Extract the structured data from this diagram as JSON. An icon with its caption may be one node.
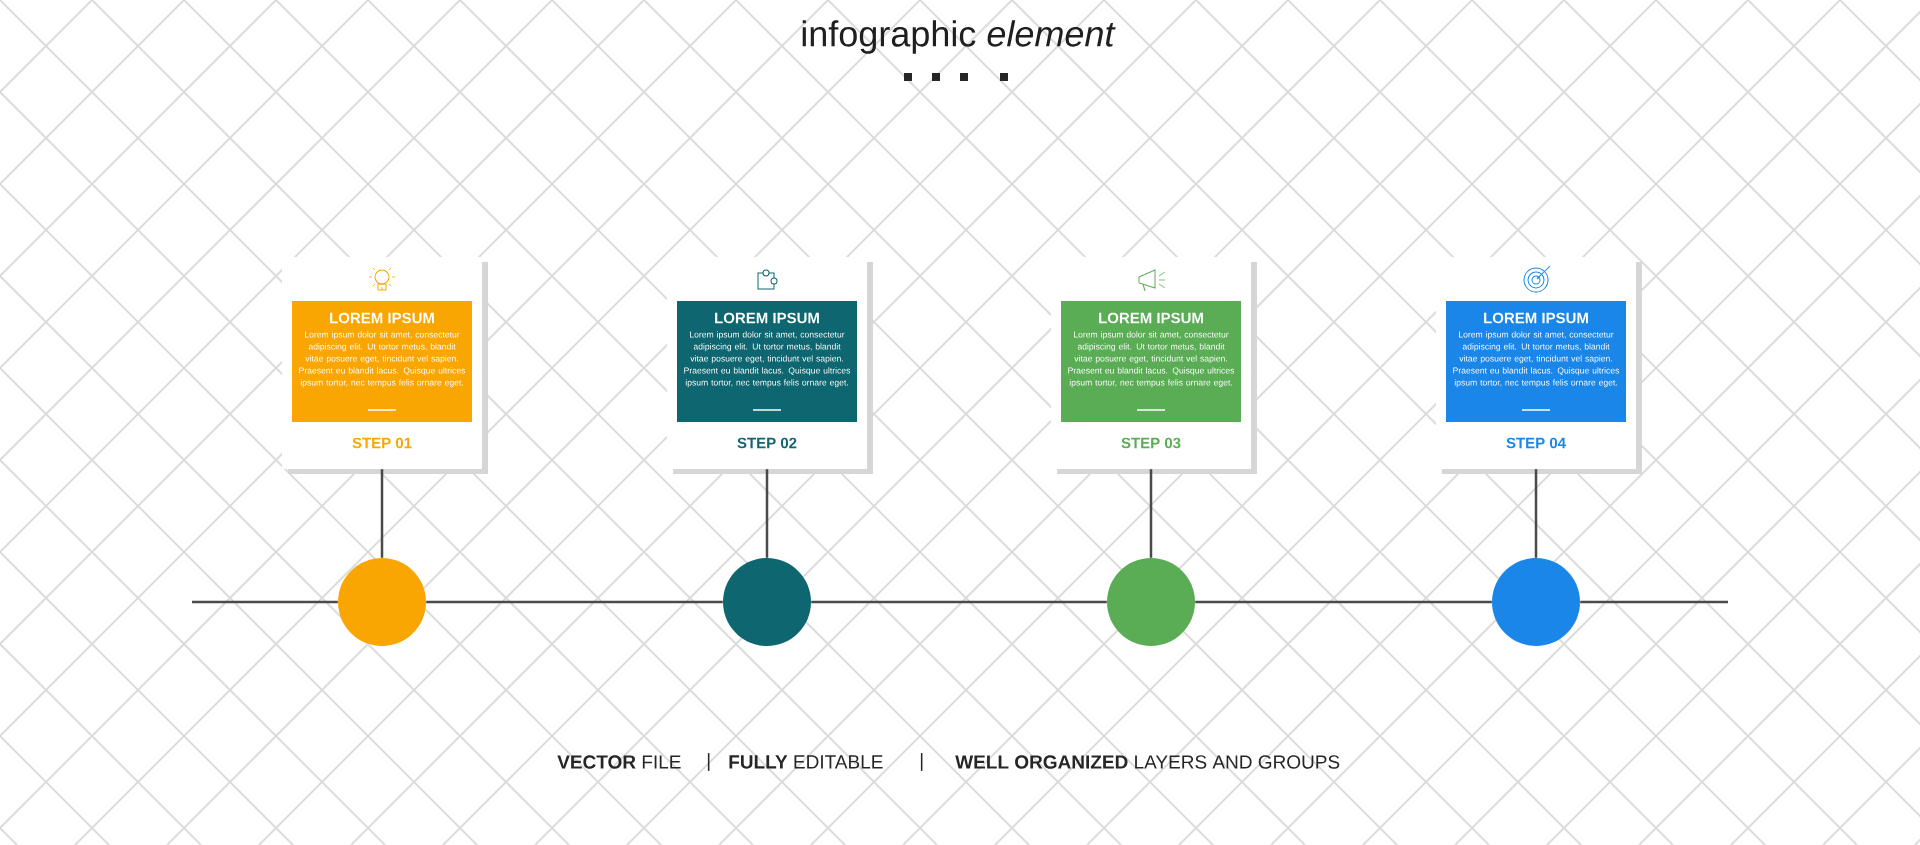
{
  "diagram": {
    "title": "infographic *element*",
    "nodes": [
      {
        "text": [
          "LOREM IPSUM",
          "Lorem ipsum dolor sit amet, consectetur adipiscing elit. Ut tortor metus, blandit vitae posuere eget, tincidunt vel sapien. Praesent eu blandit lacus. Quisque ultrices ipsum tortor, nec tempus felis ornare eget.",
          "STEP 01"
        ]
      },
      {
        "text": [
          "LOREM IPSUM",
          "Lorem ipsum dolor sit amet, consectetur adipiscing elit. Ut tortor metus, blandit vitae posuere eget, tincidunt vel sapien. Praesent eu blandit lacus. Quisque ultrices ipsum tortor, nec tempus felis ornare eget.",
          "STEP 02"
        ]
      },
      {
        "text": [
          "LOREM IPSUM",
          "Lorem ipsum dolor sit amet, consectetur adipiscing elit. Ut tortor metus, blandit vitae posuere eget, tincidunt vel sapien. Praesent eu blandit lacus. Quisque ultrices ipsum tortor, nec tempus felis ornare eget.",
          "STEP 03"
        ]
      },
      {
        "text": [
          "LOREM IPSUM",
          "Lorem ipsum dolor sit amet, consectetur adipiscing elit. Ut tortor metus, blandit vitae posuere eget, tincidunt vel sapien. Praesent eu blandit lacus. Quisque ultrices ipsum tortor, nec tempus felis ornare eget.",
          "STEP 04"
        ]
      },
      {
        "text": [],
        "shape": "circle"
      },
      {
        "text": [],
        "shape": "circle"
      },
      {
        "text": [],
        "shape": "circle"
      },
      {
        "text": [],
        "shape": "circle"
      }
    ],
    "edges": [
      {
        "from": 0,
        "to": 4,
        "arrow": "none"
      },
      {
        "from": 1,
        "to": 5,
        "arrow": "none"
      },
      {
        "from": 2,
        "to": 6,
        "arrow": "none"
      },
      {
        "from": 3,
        "to": 7,
        "arrow": "none"
      },
      {
        "from": null,
        "to": 4,
        "arrow": "none"
      },
      {
        "from": 4,
        "to": 5,
        "arrow": "none"
      },
      {
        "from": 5,
        "to": 6,
        "arrow": "none"
      },
      {
        "from": 6,
        "to": 7,
        "arrow": "none"
      },
      {
        "from": 7,
        "to": null,
        "arrow": "none"
      }
    ],
    "labels": [
      "**VECTOR** FILE",
      "|",
      "**FULLY** EDITABLE",
      "|",
      "**WELL ORGANIZED** LAYERS AND GROUPS"
    ]
  }
}
